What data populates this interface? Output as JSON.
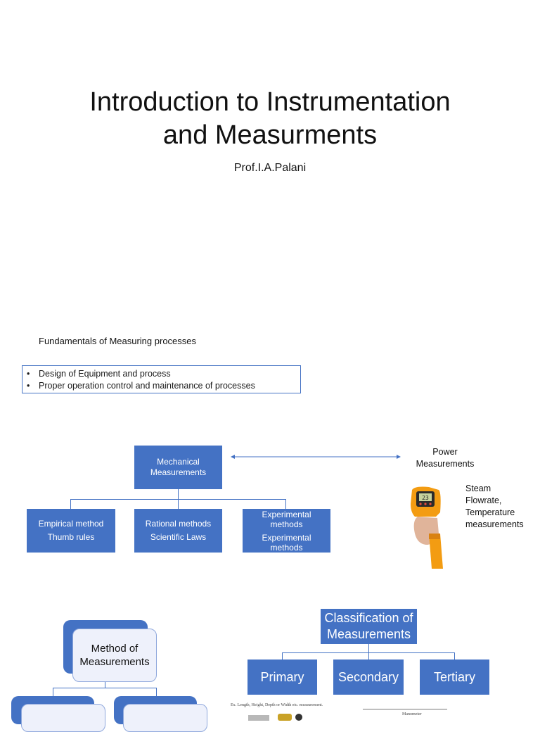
{
  "slide1": {
    "title_line1": "Introduction to Instrumentation",
    "title_line2": "and Measurments",
    "author": "Prof.I.A.Palani"
  },
  "slide2": {
    "heading": "Fundamentals of Measuring processes",
    "bullets": [
      "Design of Equipment and process",
      "Proper operation control and maintenance of processes"
    ],
    "root": {
      "line1": "Mechanical",
      "line2": "Measurements"
    },
    "children": [
      {
        "line1": "Empirical method",
        "line2": "Thumb rules"
      },
      {
        "line1": "Rational methods",
        "line2": "Scientific Laws"
      },
      {
        "line1": "Experimental",
        "line2": "methods",
        "line3": "Experimental",
        "line4": "methods"
      }
    ],
    "power": {
      "line1": "Power",
      "line2": "Measurements"
    },
    "steam": {
      "line1": "Steam",
      "line2": "Flowrate,",
      "line3": "Temperature",
      "line4": "measurements"
    },
    "gun_display": "23"
  },
  "slide3": {
    "method_box": {
      "line1": "Method  of",
      "line2": "Measurements"
    },
    "classification": {
      "line1": "Classification of",
      "line2": "Measurements"
    },
    "classes": [
      "Primary",
      "Secondary",
      "Tertiary"
    ],
    "caption_left": "Ex. Length, Height, Depth or Width etc. measurement.",
    "caption_right": "Manometer"
  },
  "colors": {
    "accent": "#4472c4",
    "text": "#111111",
    "background": "#ffffff"
  }
}
